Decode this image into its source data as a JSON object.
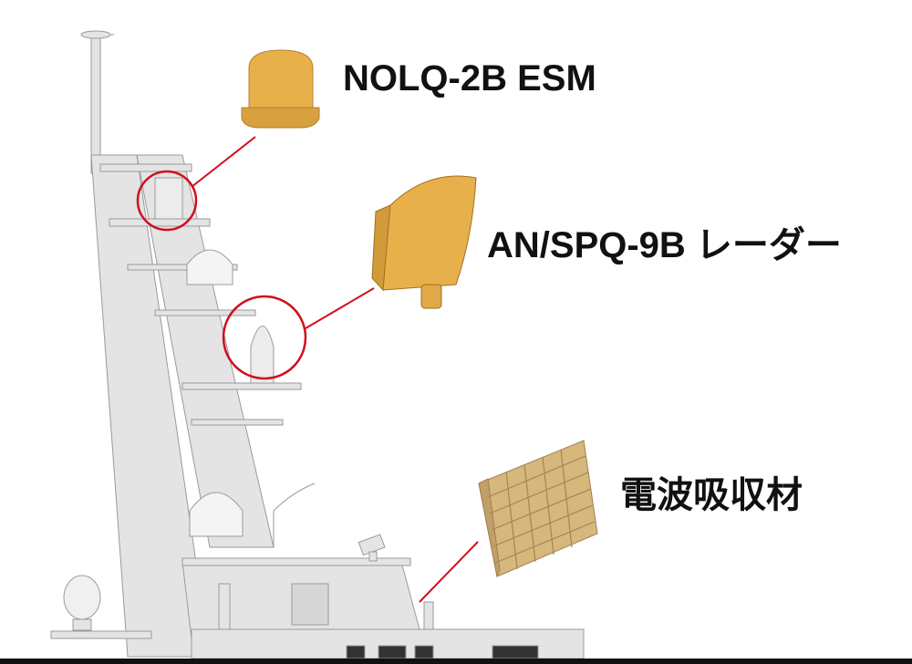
{
  "labels": {
    "esm": "NOLQ-2B ESM",
    "radar": "AN/SPQ-9B レーダー",
    "absorber": "電波吸収材"
  },
  "colors": {
    "callout_line": "#d0101c",
    "component_orange": "#e8b04a",
    "absorber_tan": "#d6b77c",
    "mast_gray": "#e2e2e2"
  }
}
